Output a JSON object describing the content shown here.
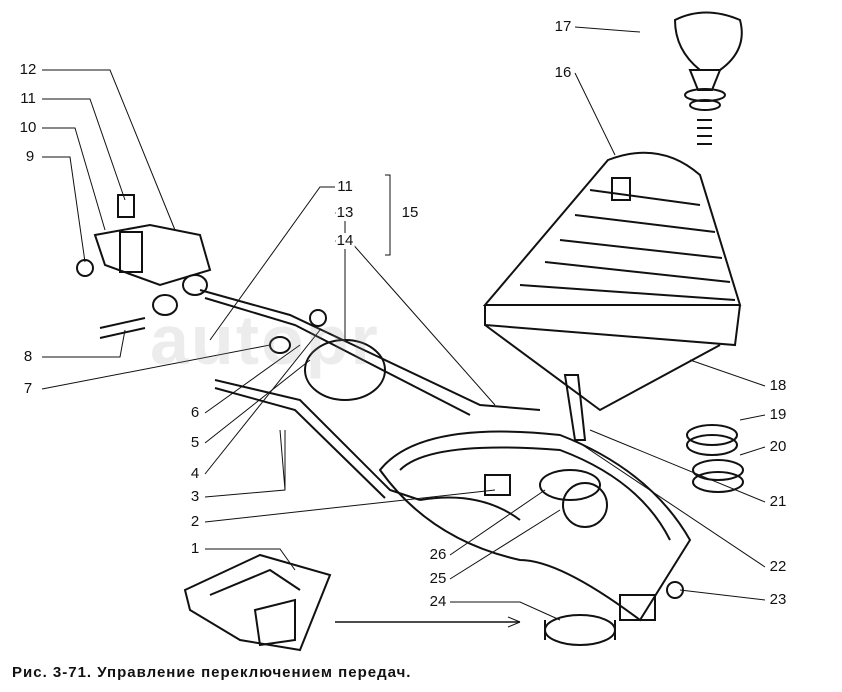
{
  "caption": "Рис. 3-71. Управление переключением передач.",
  "watermark": "autopr",
  "labels": {
    "l1": "1",
    "l2": "2",
    "l3": "3",
    "l4": "4",
    "l5": "5",
    "l6": "6",
    "l7": "7",
    "l8": "8",
    "l9": "9",
    "l10": "10",
    "l11a": "11",
    "l11b": "11",
    "l12": "12",
    "l13": "13",
    "l14": "14",
    "l15": "15",
    "l16": "16",
    "l17": "17",
    "l18": "18",
    "l19": "19",
    "l20": "20",
    "l21": "21",
    "l22": "22",
    "l23": "23",
    "l24": "24",
    "l25": "25",
    "l26": "26"
  }
}
